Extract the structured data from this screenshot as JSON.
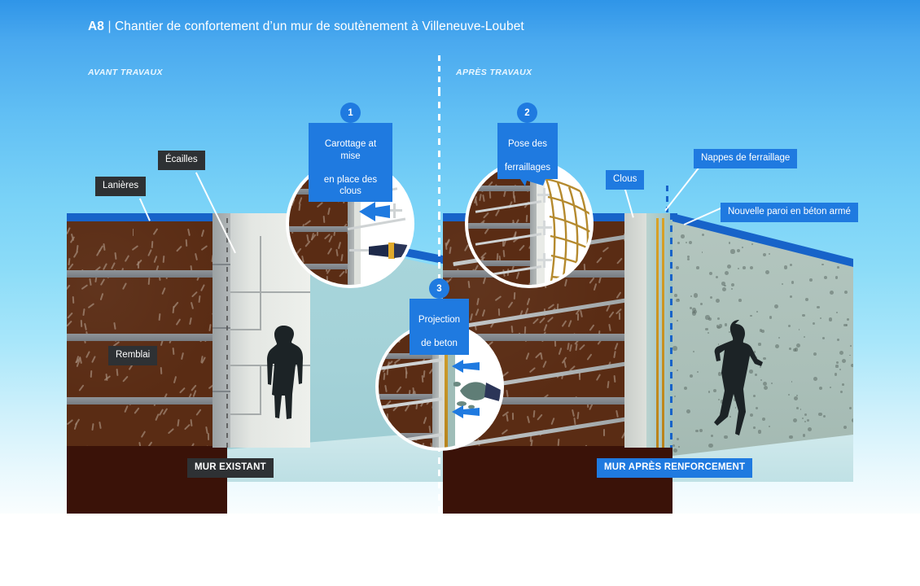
{
  "header": {
    "code": "A8",
    "separator": "|",
    "title": "Chantier de confortement d’un mur de soutènement à Villeneuve-Loubet"
  },
  "phases": {
    "before": "AVANT TRAVAUX",
    "after": "APRÈS TRAVAUX"
  },
  "labels_left": [
    {
      "id": "lanieres",
      "text": "Lanières",
      "style": "dark"
    },
    {
      "id": "ecailles",
      "text": "Écailles",
      "style": "dark"
    },
    {
      "id": "remblai",
      "text": "Remblai",
      "style": "dark"
    },
    {
      "id": "mur-existant",
      "text": "MUR EXISTANT",
      "style": "dark"
    }
  ],
  "labels_right": [
    {
      "id": "clous",
      "text": "Clous",
      "style": "blue"
    },
    {
      "id": "nappes",
      "text": "Nappes de ferraillage",
      "style": "blue"
    },
    {
      "id": "nouvelle-paroi",
      "text": "Nouvelle paroi en béton armé",
      "style": "blue"
    },
    {
      "id": "mur-apres",
      "text": "MUR APRÈS RENFORCEMENT",
      "style": "blue"
    }
  ],
  "steps": [
    {
      "number": "1",
      "line1": "Carottage at mise",
      "line2": "en place des clous"
    },
    {
      "number": "2",
      "line1": "Pose des",
      "line2": "ferraillages"
    },
    {
      "number": "3",
      "line1": "Projection",
      "line2": "de beton"
    }
  ],
  "colors": {
    "sky_top": "#2f95e8",
    "accent_blue": "#1f7ae0",
    "cap_blue": "#1763c9",
    "dark_tag": "#2e3134",
    "soil": "#5a2c14",
    "bedrock": "#3a1208",
    "concrete_old": "#e4e7e3",
    "concrete_new": "#a9c8c6",
    "rebar_gold": "#c9911f",
    "nail_steel": "#c6cacb",
    "ground": "#cfe9ec",
    "white": "#ffffff"
  },
  "icons": {
    "magnifier": "magnifier-circle-icon",
    "drill": "drill-icon",
    "spray": "spray-nozzle-icon",
    "mesh": "rebar-mesh-icon",
    "arrow": "arrow-left-icon",
    "person": "person-silhouette-icon"
  }
}
